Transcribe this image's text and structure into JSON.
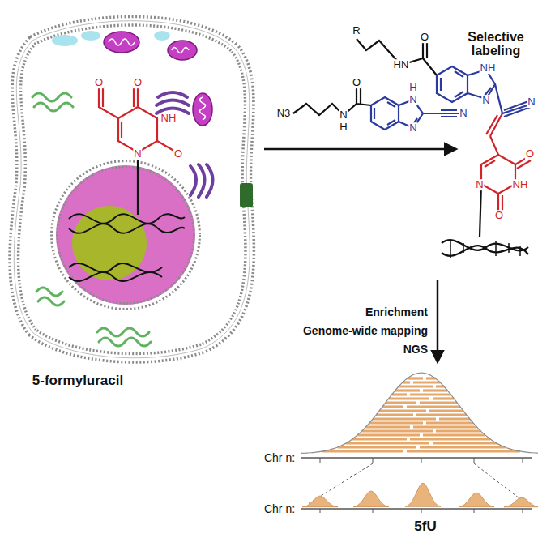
{
  "diagram": {
    "labels": [
      "O",
      "O",
      "NH",
      "O",
      "N",
      "5-formyluracil",
      "N3",
      "H",
      "N",
      "O",
      "H",
      "N",
      "N",
      "N",
      "Selective labeling",
      "R",
      "HN",
      "O",
      "NH",
      "N",
      "N",
      "O",
      "NH",
      "O",
      "N",
      "Enrichment",
      "Genome-wide mapping",
      "NGS",
      "Chr n:",
      "Chr n:",
      "5fU"
    ]
  }
}
